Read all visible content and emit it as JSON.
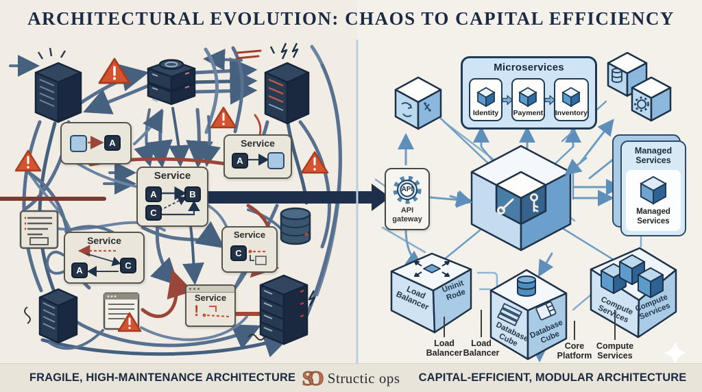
{
  "title": "ARCHITECTURAL EVOLUTION: CHAOS TO CAPITAL EFFICIENCY",
  "left": {
    "caption": "FRAGILE, HIGH-MAINTENANCE ARCHITECTURE",
    "services": {
      "s1": {
        "chip_a": "A"
      },
      "s2": {
        "title": "Service",
        "chip_a": "A",
        "chip_b": "B",
        "chip_c": "C"
      },
      "s3": {
        "title": "Service",
        "chip_a": "A"
      },
      "s4": {
        "title": "Service",
        "chip_c": "C"
      },
      "s5": {
        "title": "Service",
        "chip_a": "A",
        "chip_c": "C"
      },
      "s6": {
        "title": "Service",
        "alert": "!"
      }
    }
  },
  "right": {
    "caption": "CAPITAL-EFFICIENT, MODULAR ARCHITECTURE",
    "microservices": {
      "title": "Microservices",
      "items": [
        {
          "label": "Identity"
        },
        {
          "label": "Payment"
        },
        {
          "label": "Inventory"
        }
      ]
    },
    "api_gateway": {
      "badge": "API",
      "label": "API\ngateway"
    },
    "managed_services": {
      "title": "Managed\nServices",
      "label": "Managed\nServices"
    },
    "load_balancer": {
      "left_face": "Load\nBalancer",
      "right_face": "Uninit\nRode"
    },
    "database_cube": {
      "left_face": "Database\nCube",
      "right_face": "Database\nCube"
    },
    "compute_services": {
      "left_face": "Compute\nServices",
      "right_face": "Compute\nServices"
    },
    "callouts": [
      {
        "label": "Load\nBalancer"
      },
      {
        "label": "Load\nBalancer"
      },
      {
        "label": "Core\nPlatform"
      },
      {
        "label": "Compute\nServices"
      }
    ]
  },
  "footer": {
    "brand_monogram": "SO",
    "brand_name": "Structic ops"
  },
  "colors": {
    "background": "#f1ede4",
    "panel_right": "#f4f1ea",
    "navy": "#1d2f4a",
    "cable_blue": "#57708f",
    "steel_blue": "#6b9cc4",
    "light_blue_fill": "#cfe4f5",
    "cube_blue": "#5d9bcd",
    "warning_orange": "#d4542f",
    "error_maroon": "#9a4638",
    "service_beige": "#eae6dc",
    "brand_copper": "#b5714f",
    "footer_bg": "#e8e4da"
  }
}
